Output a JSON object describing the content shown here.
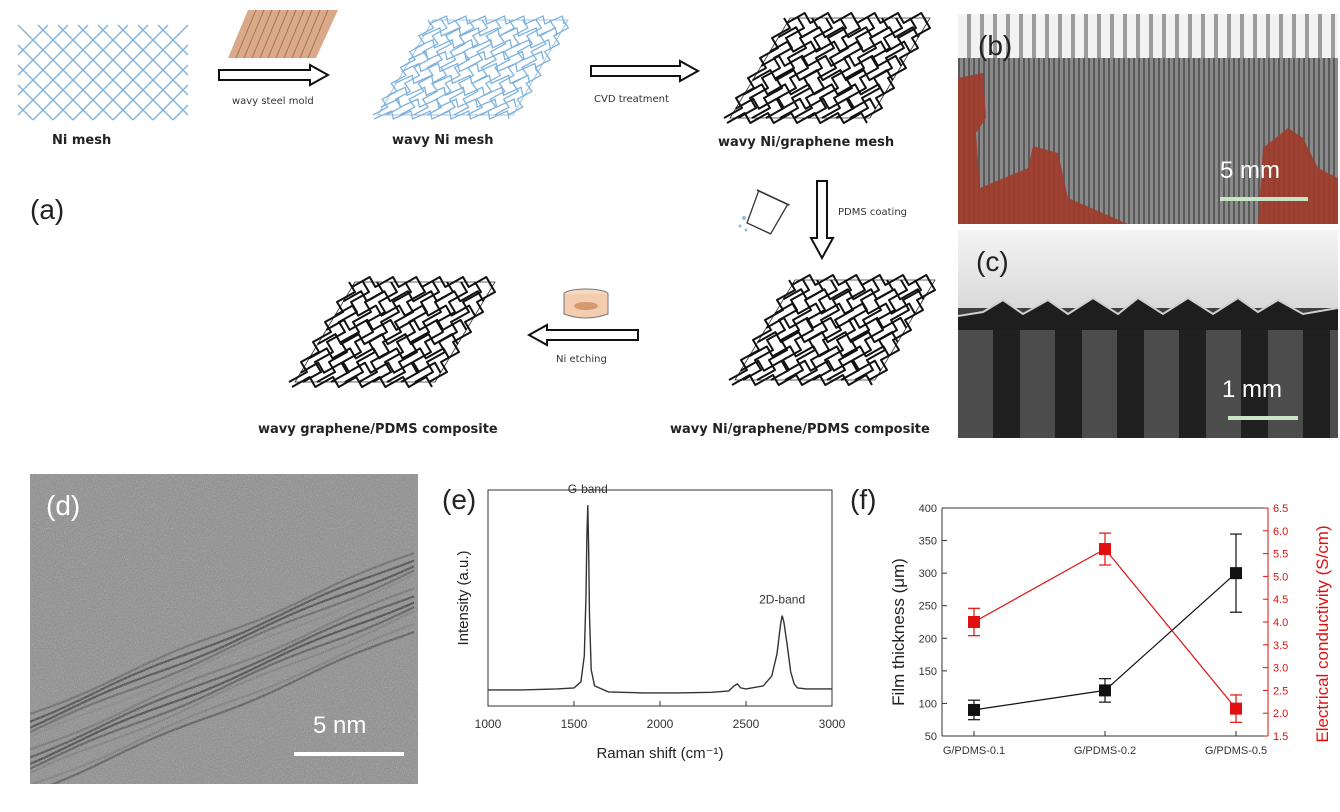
{
  "panel_a": {
    "label": "(a)",
    "step1_caption": "Ni mesh",
    "arrow1_label": "wavy steel mold",
    "step2_caption": "wavy Ni mesh",
    "arrow2_label": "CVD treatment",
    "step3_caption": "wavy Ni/graphene mesh",
    "arrow3_label": "PDMS coating",
    "step4_caption": "wavy Ni/graphene/PDMS composite",
    "arrow4_label": "Ni etching",
    "step5_caption": "wavy graphene/PDMS composite",
    "colors": {
      "ni_mesh": "#7fb2dc",
      "graphene_mesh": "#1a1a1a",
      "mold": "#d9a98a"
    }
  },
  "panel_b": {
    "label": "(b)",
    "scale_label": "5 mm"
  },
  "panel_c": {
    "label": "(c)",
    "scale_label": "1 mm"
  },
  "panel_d": {
    "label": "(d)",
    "scale_label": "5 nm"
  },
  "panel_e": {
    "label": "(e)"
  },
  "panel_f": {
    "label": "(f)"
  },
  "chart_data": [
    {
      "panel": "e",
      "type": "line",
      "xlabel": "Raman shift (cm⁻¹)",
      "ylabel": "Intensity (a.u.)",
      "xlim": [
        1000,
        3000
      ],
      "xticks": [
        "1000",
        "1500",
        "2000",
        "2500",
        "3000"
      ],
      "series": [
        {
          "x": [
            1000,
            1200,
            1400,
            1500,
            1540,
            1560,
            1570,
            1575,
            1580,
            1585,
            1590,
            1600,
            1620,
            1700,
            1900,
            2100,
            2300,
            2400,
            2430,
            2450,
            2470,
            2500,
            2600,
            2650,
            2680,
            2700,
            2710,
            2720,
            2740,
            2760,
            2780,
            2800,
            2850,
            3000
          ],
          "y": [
            0.08,
            0.08,
            0.085,
            0.09,
            0.12,
            0.25,
            0.55,
            0.85,
            1.0,
            0.8,
            0.45,
            0.18,
            0.1,
            0.07,
            0.065,
            0.065,
            0.068,
            0.075,
            0.1,
            0.11,
            0.09,
            0.085,
            0.1,
            0.15,
            0.26,
            0.4,
            0.45,
            0.42,
            0.3,
            0.17,
            0.11,
            0.09,
            0.085,
            0.085
          ]
        }
      ],
      "annotations": [
        {
          "text": "G-band",
          "x": 1580
        },
        {
          "text": "2D-band",
          "x": 2710
        }
      ]
    },
    {
      "panel": "f",
      "type": "line",
      "categories": [
        "G/PDMS-0.1",
        "G/PDMS-0.2",
        "G/PDMS-0.5"
      ],
      "ylabel": "Film thickness (μm)",
      "ylim": [
        50,
        400
      ],
      "yticks": [
        "50",
        "100",
        "150",
        "200",
        "250",
        "300",
        "350",
        "400"
      ],
      "y2label": "Electrical conductivity (S/cm)",
      "y2lim": [
        1.5,
        6.5
      ],
      "y2ticks": [
        "1.5",
        "2.0",
        "2.5",
        "3.0",
        "3.5",
        "4.0",
        "4.5",
        "5.0",
        "5.5",
        "6.0",
        "6.5"
      ],
      "series": [
        {
          "axis": "left",
          "color": "#111111",
          "values": [
            90,
            120,
            300
          ],
          "errors": [
            15,
            18,
            60
          ]
        },
        {
          "axis": "right",
          "color": "#e01010",
          "values": [
            4.0,
            5.6,
            2.1
          ],
          "errors": [
            0.3,
            0.35,
            0.3
          ]
        }
      ]
    }
  ]
}
